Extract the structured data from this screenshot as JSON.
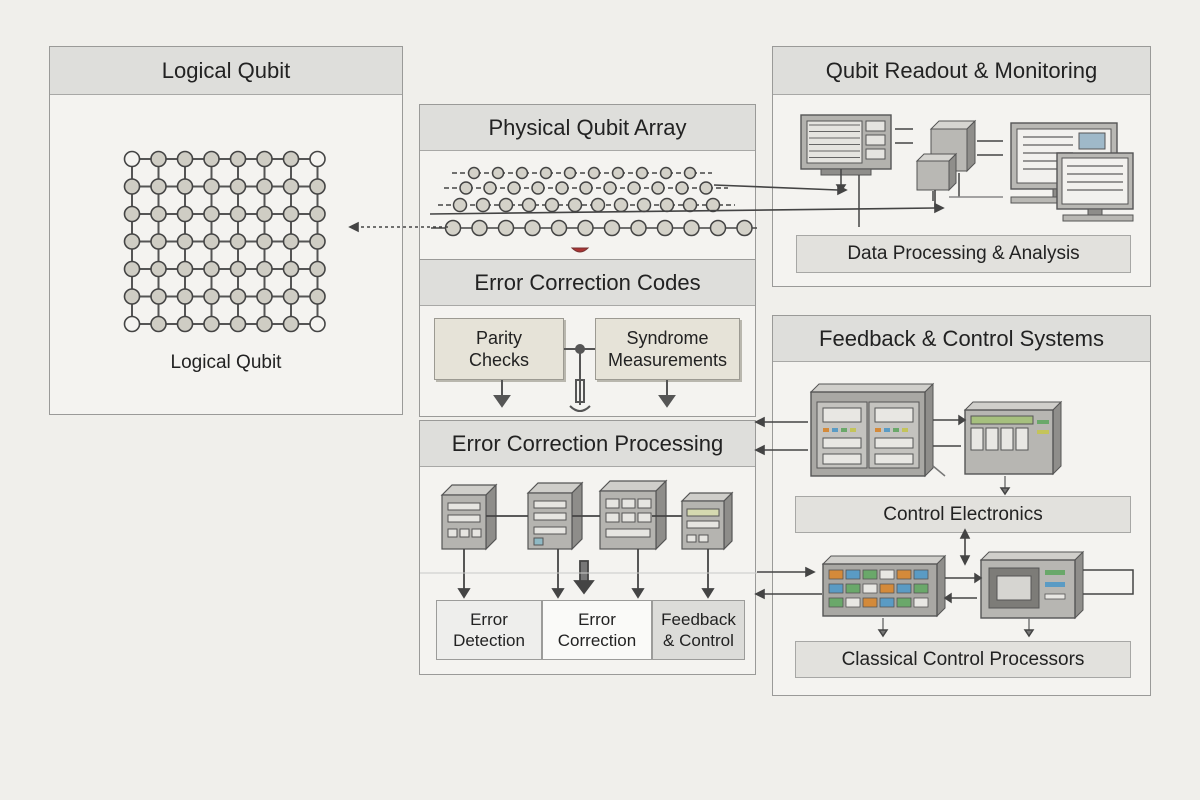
{
  "logical_qubit": {
    "title": "Logical Qubit",
    "caption": "Logical Qubit"
  },
  "physical_qubit_array": {
    "title": "Physical Qubit Array"
  },
  "error_correction_codes": {
    "title": "Error Correction Codes",
    "parity_checks": "Parity\nChecks",
    "syndrome_measurements": "Syndrome\nMeasurements"
  },
  "error_correction_processing": {
    "title": "Error Correction Processing",
    "error_detection": "Error\nDetection",
    "error_correction": "Error\nCorrection",
    "feedback_control": "Feedback\n& Control"
  },
  "qubit_readout": {
    "title": "Qubit Readout & Monitoring",
    "data_processing": "Data Processing & Analysis"
  },
  "feedback_control_systems": {
    "title": "Feedback & Control Systems",
    "control_electronics": "Control Electronics",
    "classical_processors": "Classical Control Processors"
  },
  "icons": [
    "qubit-node-icon",
    "rack-server-icon",
    "monitor-icon",
    "sensor-cube-icon",
    "control-unit-icon",
    "processor-unit-icon"
  ]
}
